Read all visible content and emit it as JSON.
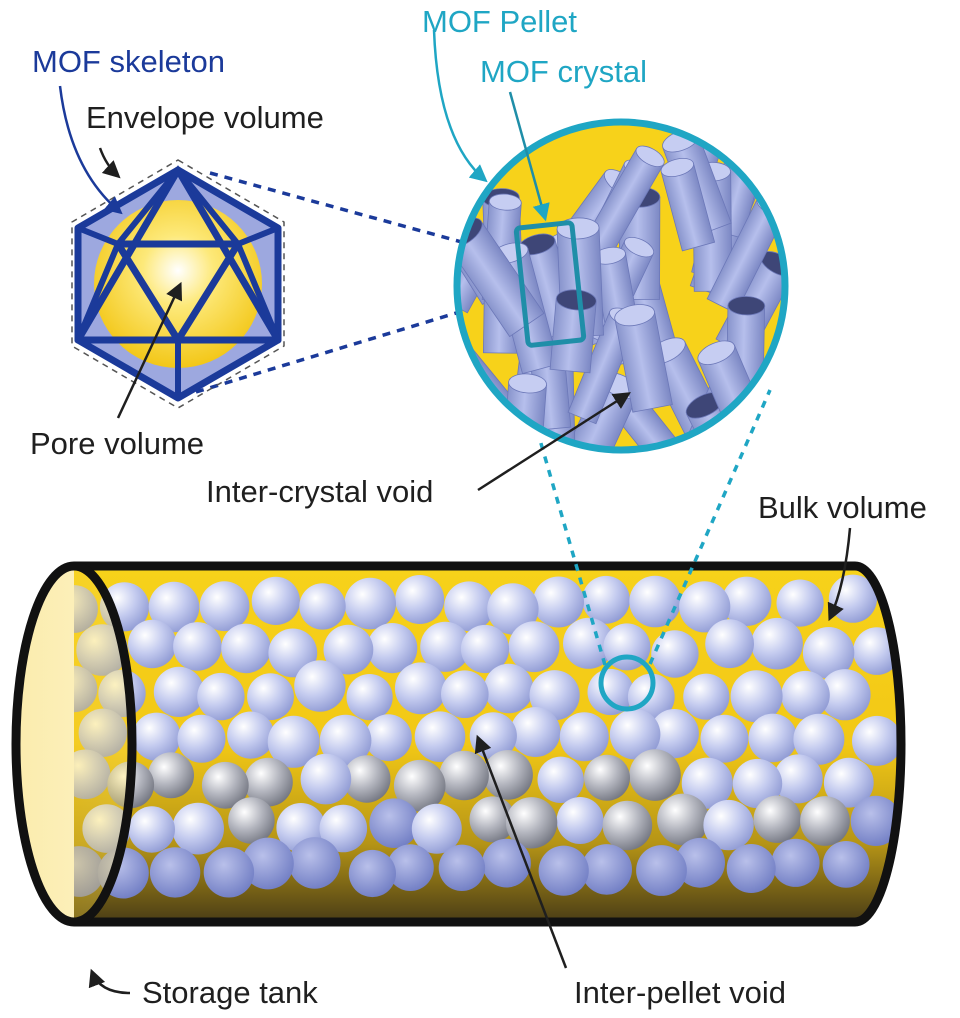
{
  "labels": {
    "mof_skeleton": "MOF skeleton",
    "envelope_volume": "Envelope volume",
    "pore_volume": "Pore volume",
    "mof_pellet": "MOF Pellet",
    "mof_crystal": "MOF crystal",
    "inter_crystal_void": "Inter-crystal void",
    "bulk_volume": "Bulk volume",
    "storage_tank": "Storage tank",
    "inter_pellet_void": "Inter-pellet void"
  },
  "colors": {
    "navy": "#1b3a9a",
    "cyan": "#1fa6c4",
    "yellow": "#f7d21a",
    "crystal": "#aab4e6",
    "tank_outline": "#111111"
  }
}
